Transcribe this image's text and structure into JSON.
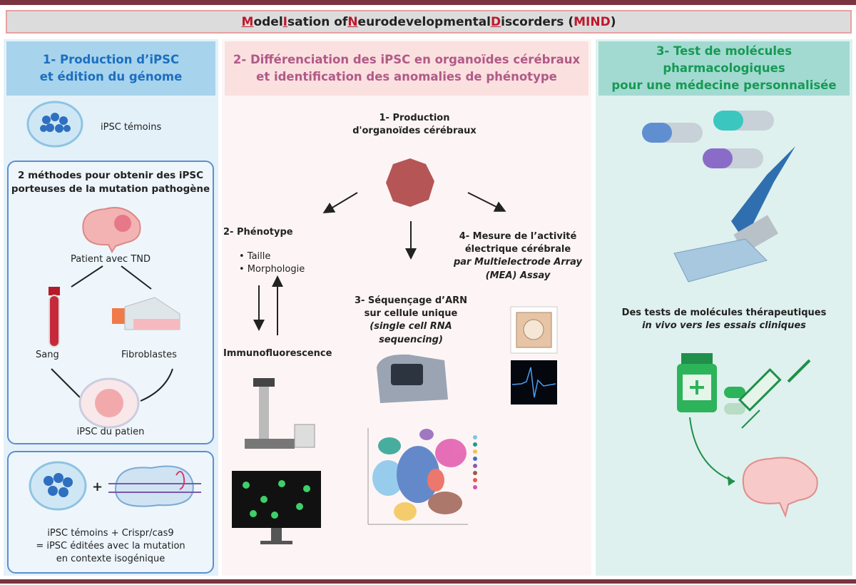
{
  "title": {
    "parts": [
      "M",
      "odel",
      "I",
      "sation of ",
      "N",
      "eurodevelopmental ",
      "D",
      "iscorders (",
      "MIND",
      ")"
    ]
  },
  "col1": {
    "header": [
      "1- Production d’iPSC",
      "et édition du génome"
    ],
    "ipsc_temoins": "iPSC témoins",
    "methods_title": [
      "2 méthodes pour obtenir des iPSC",
      "porteuses de la mutation pathogène"
    ],
    "patient": "Patient avec TND",
    "sang": "Sang",
    "fibro": "Fibroblastes",
    "ipsc_patient": "iPSC du patien",
    "plus": "+",
    "crispr": [
      "iPSC témoins + Crispr/cas9",
      "= iPSC éditées avec la mutation",
      "en contexte isogénique"
    ]
  },
  "col2": {
    "header": [
      "2- Différenciation des iPSC en organoïdes cérébraux",
      "et identification des anomalies de phénotype"
    ],
    "step1": [
      "1- Production",
      "d'organoïdes cérébraux"
    ],
    "step2": "2- Phénotype",
    "bullets": [
      "• Taille",
      "• Morphologie"
    ],
    "immuno": "Immunofluorescence",
    "step3": [
      "3- Séquençage d’ARN",
      "sur cellule unique",
      "(single cell RNA",
      "sequencing)"
    ],
    "step4": [
      "4- Mesure de l’activité",
      "électrique cérébrale",
      "par Multielectrode Array",
      "(MEA) Assay"
    ]
  },
  "col3": {
    "header": [
      "3- Test de molécules pharmacologiques",
      "pour une médecine personnalisée"
    ],
    "tests": [
      "Des tests de molécules thérapeutiques",
      "in vivo vers les essais cliniques"
    ]
  },
  "colors": {
    "accent_red": "#c0182d",
    "col1": "#1b6fc0",
    "col2": "#b05a86",
    "col3": "#169a54"
  }
}
